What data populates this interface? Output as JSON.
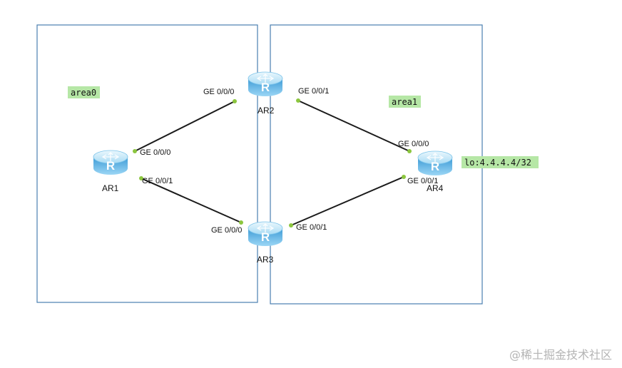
{
  "areas": [
    {
      "id": "area0",
      "label": "area0"
    },
    {
      "id": "area1",
      "label": "area1"
    }
  ],
  "routers": [
    {
      "id": "AR1",
      "label": "AR1",
      "icon": "router-icon"
    },
    {
      "id": "AR2",
      "label": "AR2",
      "icon": "router-icon"
    },
    {
      "id": "AR3",
      "label": "AR3",
      "icon": "router-icon"
    },
    {
      "id": "AR4",
      "label": "AR4",
      "icon": "router-icon",
      "loopback": "lo:4.4.4.4/32"
    }
  ],
  "links": [
    {
      "from": "AR1",
      "from_port": "GE 0/0/0",
      "to": "AR2",
      "to_port": "GE 0/0/0"
    },
    {
      "from": "AR1",
      "from_port": "GE 0/0/1",
      "to": "AR3",
      "to_port": "GE 0/0/0"
    },
    {
      "from": "AR2",
      "from_port": "GE 0/0/1",
      "to": "AR4",
      "to_port": "GE 0/0/0"
    },
    {
      "from": "AR3",
      "from_port": "GE 0/0/1",
      "to": "AR4",
      "to_port": "GE 0/0/1"
    }
  ],
  "watermark": "@稀土掘金技术社区",
  "colors": {
    "area_border": "#4a7fb0",
    "tag_background": "#b6e7a6",
    "port_marker": "#8cc63f",
    "router_body": "#5ab4e8"
  }
}
